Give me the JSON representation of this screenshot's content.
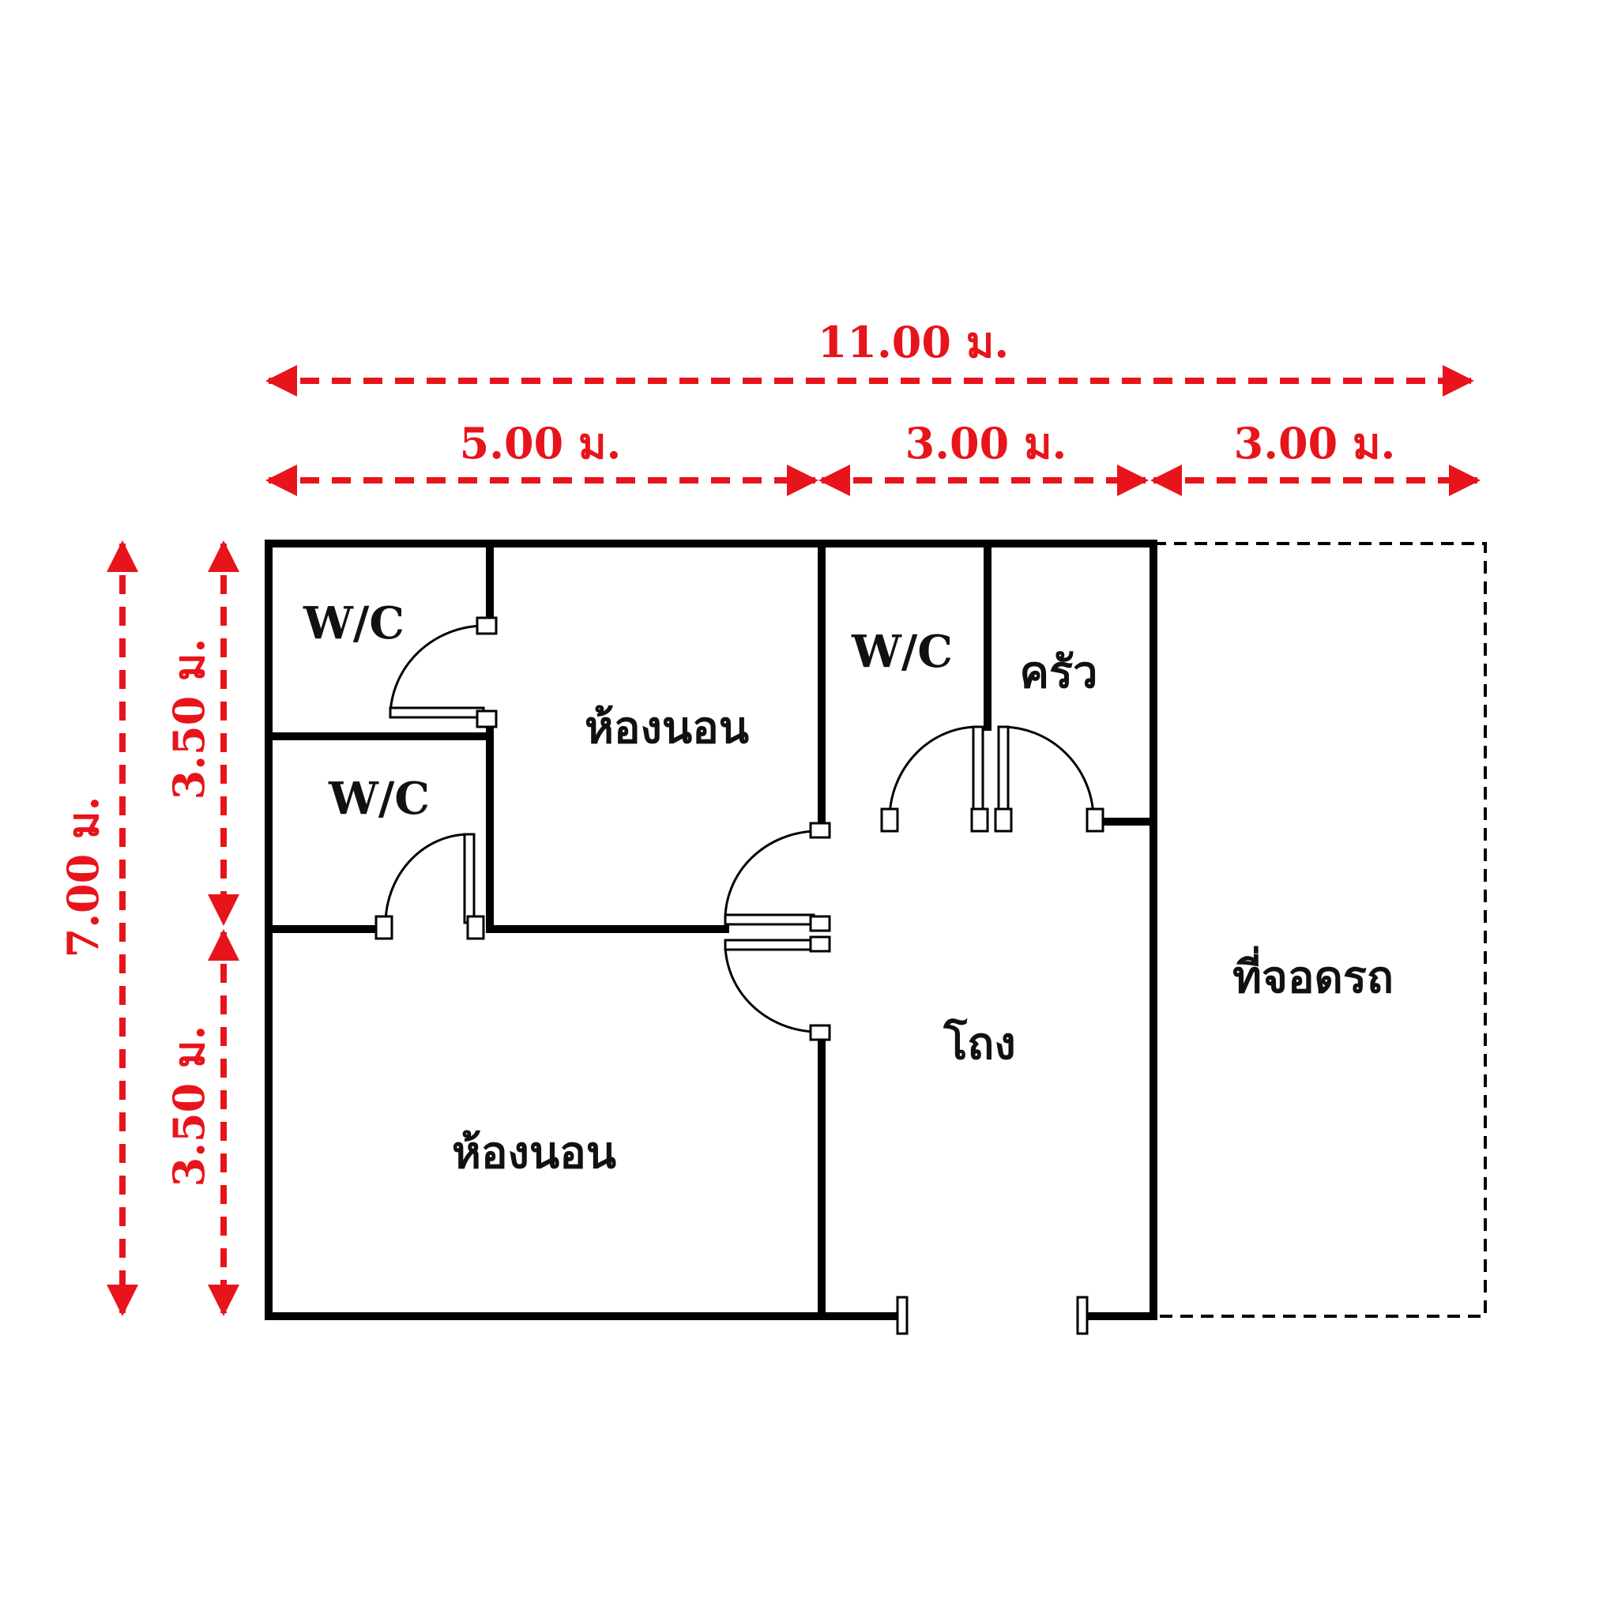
{
  "colors": {
    "dimension": "#e8141b",
    "wall": "#000000",
    "text": "#111111",
    "background": "#ffffff"
  },
  "dimensions": {
    "total_width": "11.00 ม.",
    "segment_1": "5.00 ม.",
    "segment_2": "3.00 ม.",
    "segment_3": "3.00 ม.",
    "total_depth": "7.00 ม.",
    "depth_upper": "3.50 ม.",
    "depth_lower": "3.50 ม."
  },
  "rooms": {
    "wc_top_left": "W/C",
    "wc_mid_left": "W/C",
    "wc_right": "W/C",
    "kitchen": "ครัว",
    "bedroom_upper": "ห้องนอน",
    "bedroom_lower": "ห้องนอน",
    "hall": "โถง",
    "carport": "ที่จอดรถ"
  }
}
